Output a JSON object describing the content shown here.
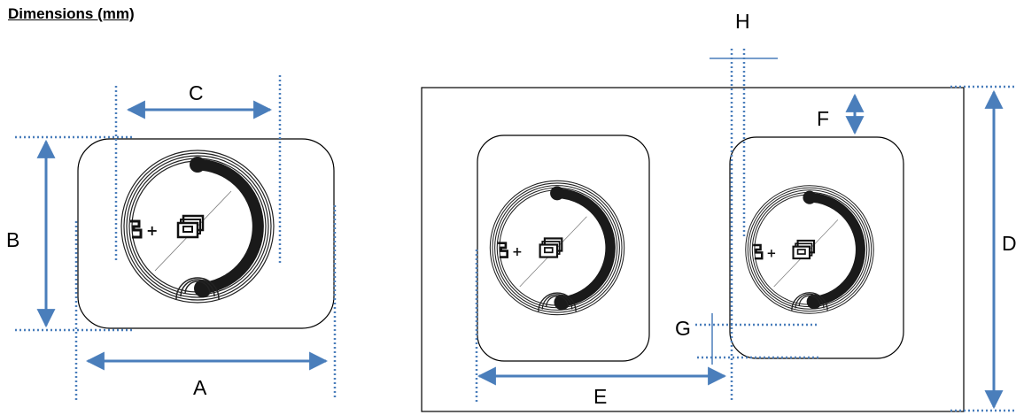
{
  "title": "Dimensions (mm)",
  "labels": {
    "A": "A",
    "B": "B",
    "C": "C",
    "D": "D",
    "E": "E",
    "F": "F",
    "G": "G",
    "H": "H"
  },
  "colors": {
    "dimension_line": "#4a7ebb",
    "outline": "#000000",
    "antenna": "#1a1a1a"
  }
}
